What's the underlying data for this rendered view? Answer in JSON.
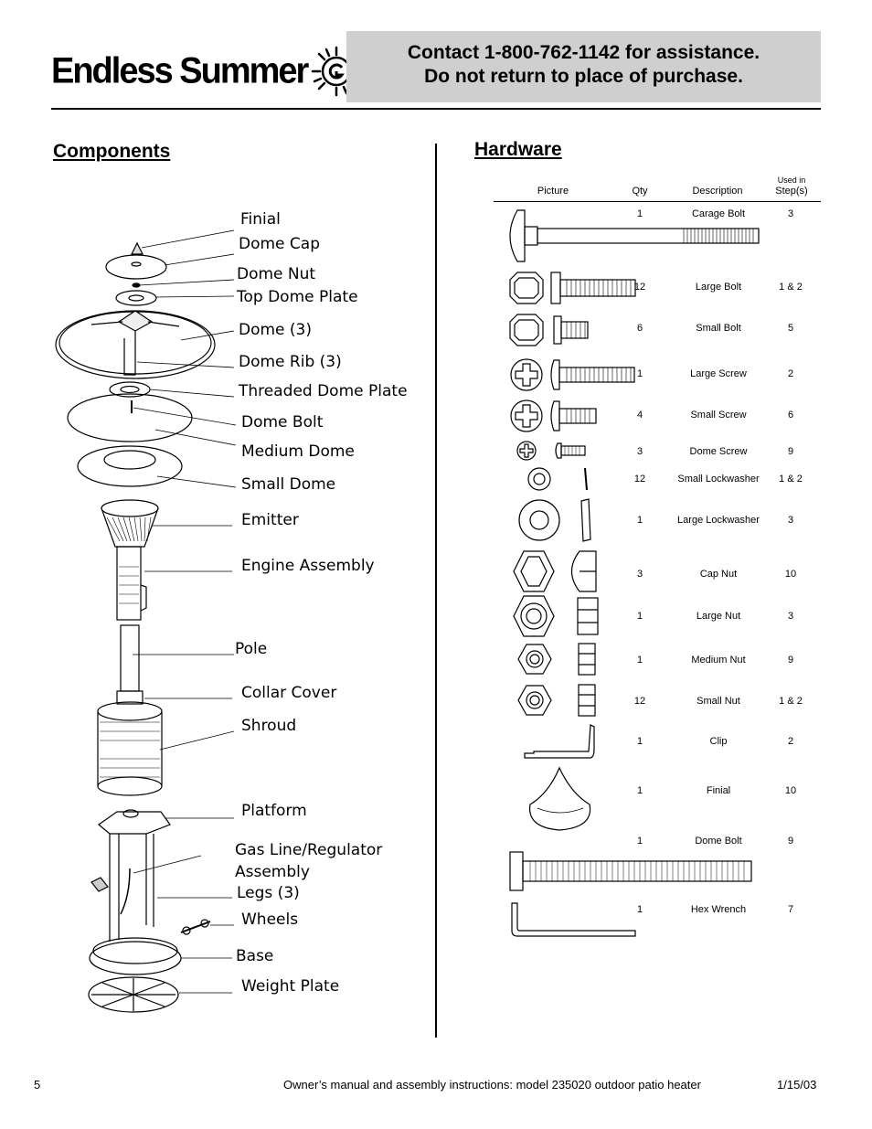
{
  "header": {
    "logo_text": "Endless Summer",
    "contact_line1": "Contact 1-800-762-1142 for assistance.",
    "contact_line2": "Do not return to place of purchase."
  },
  "components": {
    "title": "Components",
    "labels": [
      "Finial",
      "Dome Cap",
      "Dome Nut",
      "Top Dome Plate",
      "Dome (3)",
      "Dome Rib (3)",
      "Threaded Dome Plate",
      "Dome Bolt",
      "Medium Dome",
      "Small Dome",
      "Emitter",
      "Engine Assembly",
      "Pole",
      "Collar Cover",
      "Shroud",
      "Platform",
      "Gas Line/Regulator",
      "Assembly",
      "Legs (3)",
      "Wheels",
      "Base",
      "Weight Plate"
    ]
  },
  "hardware": {
    "title": "Hardware",
    "columns": {
      "picture": "Picture",
      "qty": "Qty",
      "description": "Description",
      "used_in_top": "Used in",
      "used_in_bottom": "Step(s)"
    },
    "rows": [
      {
        "qty": "1",
        "description": "Carage Bolt",
        "steps": "3"
      },
      {
        "qty": "12",
        "description": "Large Bolt",
        "steps": "1 & 2"
      },
      {
        "qty": "6",
        "description": "Small Bolt",
        "steps": "5"
      },
      {
        "qty": "1",
        "description": "Large Screw",
        "steps": "2"
      },
      {
        "qty": "4",
        "description": "Small Screw",
        "steps": "6"
      },
      {
        "qty": "3",
        "description": "Dome Screw",
        "steps": "9"
      },
      {
        "qty": "12",
        "description": "Small Lockwasher",
        "steps": "1 & 2"
      },
      {
        "qty": "1",
        "description": "Large Lockwasher",
        "steps": "3"
      },
      {
        "qty": "3",
        "description": "Cap Nut",
        "steps": "10"
      },
      {
        "qty": "1",
        "description": "Large Nut",
        "steps": "3"
      },
      {
        "qty": "1",
        "description": "Medium Nut",
        "steps": "9"
      },
      {
        "qty": "12",
        "description": "Small Nut",
        "steps": "1 & 2"
      },
      {
        "qty": "1",
        "description": "Clip",
        "steps": "2"
      },
      {
        "qty": "1",
        "description": "Finial",
        "steps": "10"
      },
      {
        "qty": "1",
        "description": "Dome Bolt",
        "steps": "9"
      },
      {
        "qty": "1",
        "description": "Hex Wrench",
        "steps": "7"
      }
    ]
  },
  "footer": {
    "page_number": "5",
    "manual_title": "Owner’s manual and assembly instructions: model 235020 outdoor patio heater",
    "date": "1/15/03"
  }
}
